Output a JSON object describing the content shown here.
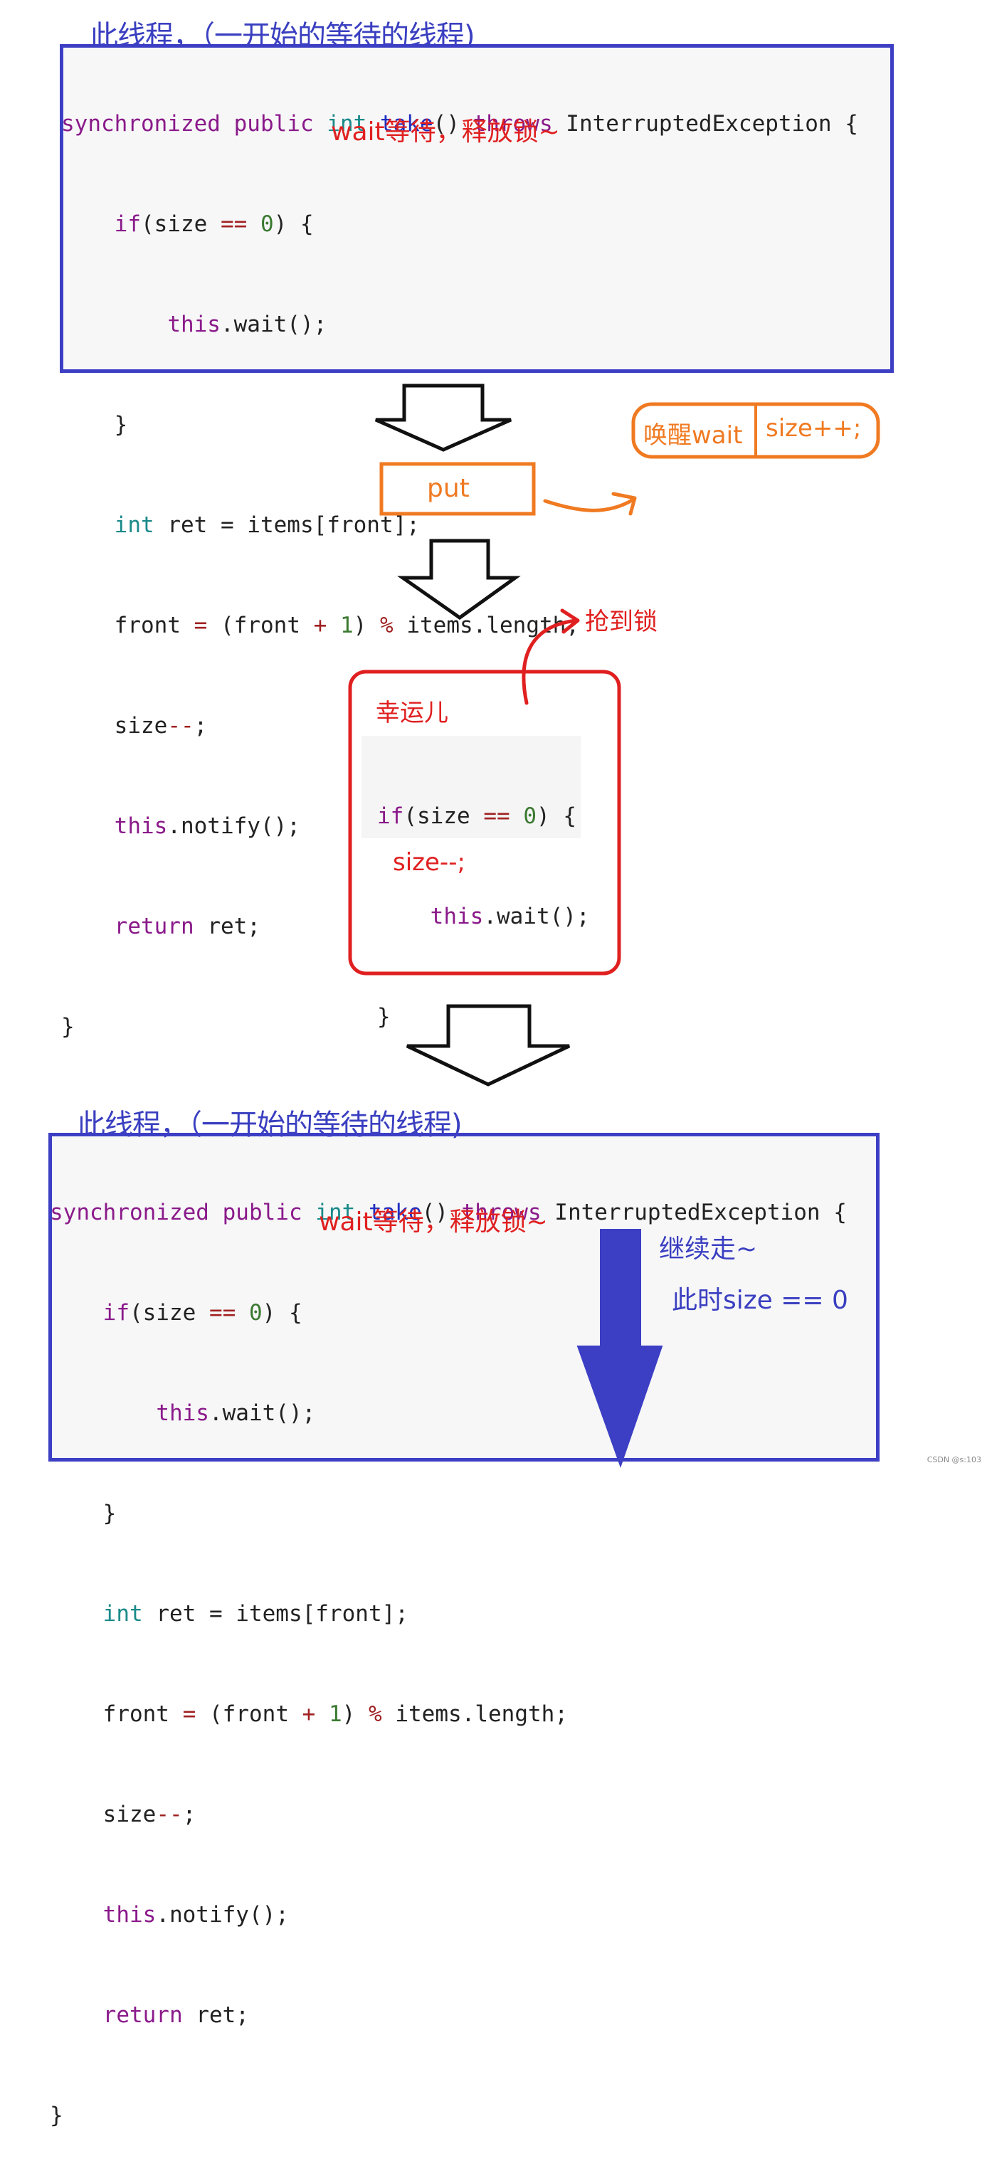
{
  "block1": {
    "title": "此线程，（一开始的等待的线程)",
    "line1": [
      "synchronized",
      "public",
      "int",
      "take",
      "()",
      "throws",
      "InterruptedException",
      "{"
    ],
    "line2": [
      "if",
      "(size",
      "==",
      "0",
      ") {"
    ],
    "line3": [
      "this",
      ".wait();"
    ],
    "line4": "}",
    "line5": [
      "int",
      "ret = items[front];"
    ],
    "line6": [
      "front",
      "=",
      "(front",
      "+",
      "1",
      ")",
      "%",
      "items.length;"
    ],
    "line7": [
      "size",
      "--",
      ";"
    ],
    "line8": [
      "this",
      ".notify();"
    ],
    "line9": [
      "return",
      "ret;"
    ],
    "line10": "}",
    "note": "wait等待，释放锁~"
  },
  "middle": {
    "wake_label": "唤醒wait",
    "size_inc": "size++;",
    "put_label": "put",
    "grab_lock": "抢到锁",
    "lucky": "幸运儿",
    "lucky_code": {
      "line1": [
        "if",
        "(size",
        "==",
        "0",
        ") {"
      ],
      "line2": [
        "this",
        ".wait();"
      ],
      "line3": "}"
    },
    "size_dec": "size--;"
  },
  "block2": {
    "title": "此线程，（一开始的等待的线程)",
    "line1": [
      "synchronized",
      "public",
      "int",
      "take",
      "()",
      "throws",
      "InterruptedException",
      "{"
    ],
    "line2": [
      "if",
      "(size",
      "==",
      "0",
      ") {"
    ],
    "line3": [
      "this",
      ".wait();"
    ],
    "line4": "}",
    "line5": [
      "int",
      "ret = items[front];"
    ],
    "line6": [
      "front",
      "=",
      "(front",
      "+",
      "1",
      ")",
      "%",
      "items.length;"
    ],
    "line7": [
      "size",
      "--",
      ";"
    ],
    "line8": [
      "this",
      ".notify();"
    ],
    "line9": [
      "return",
      "ret;"
    ],
    "line10": "}",
    "note": "wait等待，释放锁~",
    "continue": "继续走~",
    "size_now": "此时size == 0"
  },
  "watermark": "CSDN @s:103",
  "colors": {
    "blue": "#3c3fc4",
    "red": "#e02020",
    "orange": "#f07a22",
    "keyword": "#8a1a8a",
    "type": "#1a8a8a"
  }
}
